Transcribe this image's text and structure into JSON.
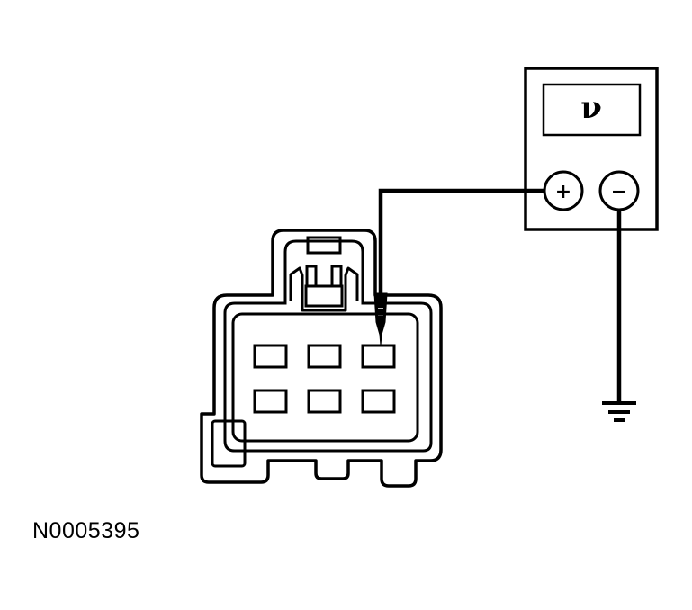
{
  "figure": {
    "reference_id": "N0005395"
  },
  "meter": {
    "display_symbol": "ν",
    "positive_terminal_symbol": "+",
    "negative_terminal_symbol": "−"
  },
  "connector": {
    "cavity_rows": 2,
    "cavity_columns": 3,
    "probed_cavity": {
      "row": 1,
      "column": 3
    }
  },
  "colors": {
    "line": "#000000",
    "background": "#ffffff"
  },
  "icons": [
    "voltmeter-icon",
    "ground-symbol-icon",
    "probe-tip-icon"
  ]
}
